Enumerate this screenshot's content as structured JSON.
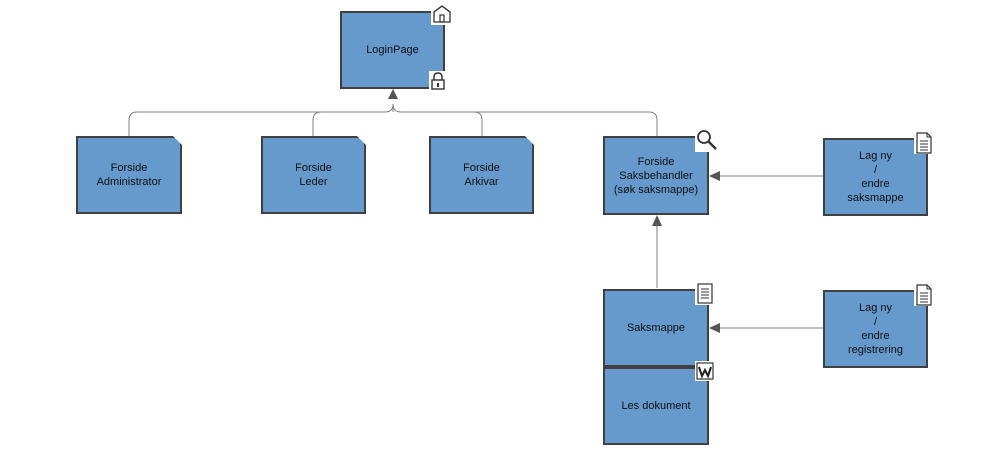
{
  "colors": {
    "node_fill": "#6699cc",
    "node_border": "#404040",
    "connector": "#808080",
    "arrow": "#555555"
  },
  "nodes": {
    "login": {
      "label": "LoginPage",
      "icons": [
        "home-icon",
        "lock-icon"
      ]
    },
    "admin": {
      "label": "Forside\nAdministrator"
    },
    "leder": {
      "label": "Forside\nLeder"
    },
    "arkivar": {
      "label": "Forside\nArkivar"
    },
    "saksbehandler": {
      "label": "Forside\nSaksbehandler\n(søk saksmappe)",
      "icons": [
        "magnifier-icon"
      ]
    },
    "lag_saksmappe": {
      "label": "Lag ny\n/\nendre\nsaksmappe",
      "icons": [
        "document-icon"
      ]
    },
    "saksmappe": {
      "label": "Saksmappe",
      "icons": [
        "document-icon"
      ]
    },
    "lag_registrering": {
      "label": "Lag ny\n/\nendre\nregistrering",
      "icons": [
        "document-icon"
      ]
    },
    "les_dokument": {
      "label": "Les dokument",
      "icons": [
        "word-icon"
      ]
    }
  }
}
